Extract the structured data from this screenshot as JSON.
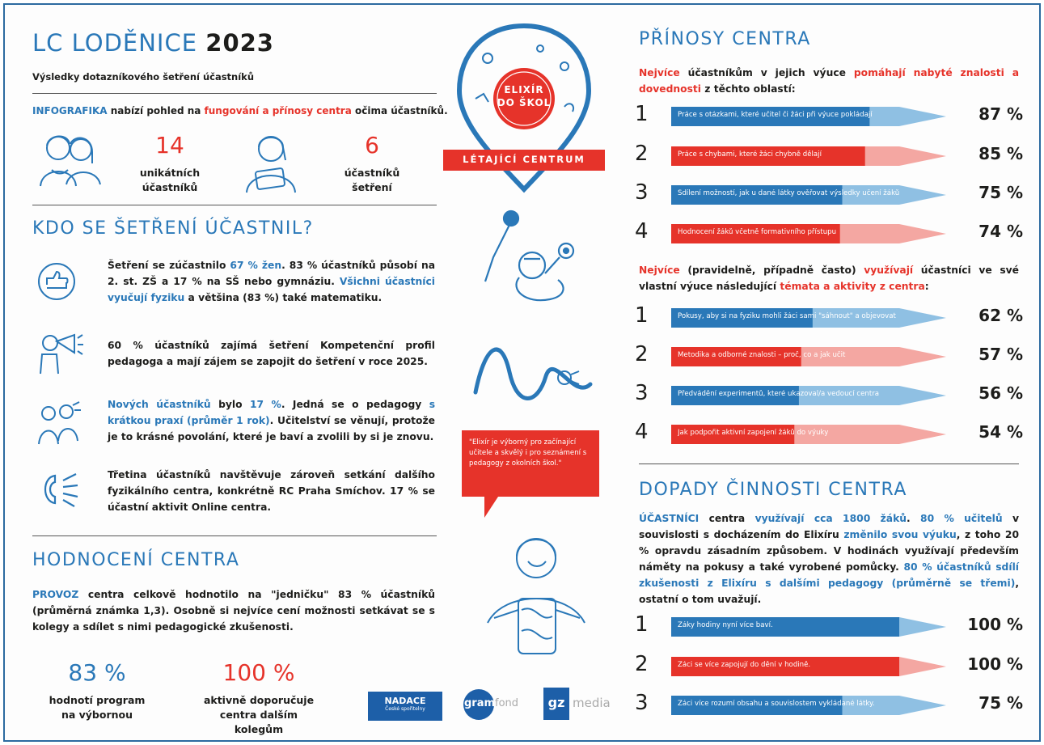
{
  "header": {
    "title_main": "LC LODĚNICE",
    "title_year": "2023",
    "subtitle": "Výsledky dotazníkového šetření účastníků"
  },
  "intro": {
    "p1": "INFOGRAFIKA",
    "p2": " nabízí pohled na ",
    "p3": "fungování a přínosy centra",
    "p4": " očima účastníků."
  },
  "stats_top": [
    {
      "value": "14",
      "label1": "unikátních",
      "label2": "účastníků"
    },
    {
      "value": "6",
      "label1": "účastníků",
      "label2": "šetření"
    }
  ],
  "who": {
    "title": "KDO SE ŠETŘENÍ ÚČASTNIL?",
    "b1": {
      "t1": "Šetření se zúčastnilo ",
      "t2": "67 % žen",
      "t3": ". 83 % účastníků působí na 2. st. ZŠ a 17 % na SŠ nebo gymnáziu. ",
      "t4": "Všichni účastníci vyučují fyziku",
      "t5": " a většina (83 %) také matematiku."
    },
    "b2": "60 % účastníků zajímá šetření Kompetenční profil pedagoga a mají zájem se zapojit do šetření v roce 2025.",
    "b3": {
      "t1": "Nových účastníků",
      "t2": " bylo ",
      "t3": "17 %",
      "t4": ". Jedná se o pedagogy ",
      "t5": "s krátkou praxí (průměr 1 rok)",
      "t6": ". Učitelství se věnují, protože je to krásné povolání, které je baví a zvolili by si je znovu."
    },
    "b4": "Třetina účastníků navštěvuje zároveň setkání dalšího fyzikálního centra, konkrétně RC Praha Smíchov. 17 % se účastní aktivit Online centra."
  },
  "rating": {
    "title": "HODNOCENÍ CENTRA",
    "t1": "PROVOZ",
    "t2": " centra celkově hodnotilo na \"jedničku\" 83 % účastníků (průměrná známka 1,3). Osobně si nejvíce cení možnosti setkávat se s kolegy a sdílet s nimi pedagogické zkušenosti.",
    "s1_value": "83 %",
    "s1_l1": "hodnotí program",
    "s1_l2": "na výbornou",
    "s2_value": "100 %",
    "s2_l1": "aktivně doporučuje",
    "s2_l2": "centra dalším kolegům"
  },
  "badge": {
    "line1": "ELIXÍR",
    "line2": "DO ŠKOL",
    "ribbon": "LÉTAJÍCÍ CENTRUM"
  },
  "quote": "\"Elixír je výborný pro začínající učitele a skvělý i pro seznámení s pedagogy z okolních škol.\"",
  "benefits": {
    "title": "PŘÍNOSY CENTRA",
    "intro1": "Nejvíce",
    "intro2": " účastníkům v jejich výuce ",
    "intro3": "pomáhají nabyté znalosti a dovednosti",
    "intro4": " z těchto oblastí:",
    "bars": [
      {
        "num": "1",
        "text": "Práce s otázkami, které učitel či žáci při výuce pokládají",
        "pct": "87 %",
        "value": 87,
        "color": "#2a78b8"
      },
      {
        "num": "2",
        "text": "Práce s chybami, které žáci chybně dělají",
        "pct": "85 %",
        "value": 85,
        "color": "#e6332a"
      },
      {
        "num": "3",
        "text": "Sdílení možností, jak u dané látky ověřovat výsledky učení žáků",
        "pct": "75 %",
        "value": 75,
        "color": "#2a78b8"
      },
      {
        "num": "4",
        "text": "Hodnocení žáků včetně formativního přístupu",
        "pct": "74 %",
        "value": 74,
        "color": "#e6332a"
      }
    ],
    "intro_b1": "Nejvíce",
    "intro_b2": " (pravidelně, případně často) ",
    "intro_b3": "využívají",
    "intro_b4": " účastníci ve své vlastní výuce následující ",
    "intro_b5": "témata a aktivity z centra",
    "intro_b6": ":",
    "bars2": [
      {
        "num": "1",
        "text": "Pokusy, aby si na fyziku mohli žáci sami \"sáhnout\" a objevovat",
        "pct": "62 %",
        "value": 62,
        "color": "#2a78b8"
      },
      {
        "num": "2",
        "text": "Metodika a odborné znalosti – proč, co a jak učit",
        "pct": "57 %",
        "value": 57,
        "color": "#e6332a"
      },
      {
        "num": "3",
        "text": "Předvádění experimentů, které ukazoval/a vedoucí centra",
        "pct": "56 %",
        "value": 56,
        "color": "#2a78b8"
      },
      {
        "num": "4",
        "text": "Jak podpořit aktivní zapojení žáků do výuky",
        "pct": "54 %",
        "value": 54,
        "color": "#e6332a"
      }
    ]
  },
  "impact": {
    "title": "DOPADY ČINNOSTI CENTRA",
    "t1": "ÚČASTNÍCI",
    "t2": " centra ",
    "t3": "využívají cca 1800 žáků",
    "t4": ". ",
    "t5": "80 % učitelů",
    "t6": " v souvislosti s docházením do Elixíru ",
    "t7": "změnilo svou výuku",
    "t8": ", z toho 20 % opravdu zásadním způsobem. V hodinách využívají především náměty na pokusy a také vyrobené pomůcky. ",
    "t9": "80 % účastníků sdílí zkušenosti z Elixíru s dalšími pedagogy (průměrně se třemi)",
    "t10": ", ostatní o tom uvažují.",
    "bars": [
      {
        "num": "1",
        "text": "Žáky hodiny nyní více baví.",
        "pct": "100 %",
        "value": 100,
        "color": "#2a78b8"
      },
      {
        "num": "2",
        "text": "Žáci se více zapojují do dění v hodině.",
        "pct": "100 %",
        "value": 100,
        "color": "#e6332a"
      },
      {
        "num": "3",
        "text": "Žáci více rozumí obsahu a souvislostem vykládané látky.",
        "pct": "75 %",
        "value": 75,
        "color": "#2a78b8"
      }
    ]
  },
  "logos": {
    "nadace1": "NADACE",
    "nadace2": "České spořitelny",
    "gramo1": "gramo",
    "gramo2": "fond",
    "gz1": "gz",
    "gz2": "media"
  }
}
